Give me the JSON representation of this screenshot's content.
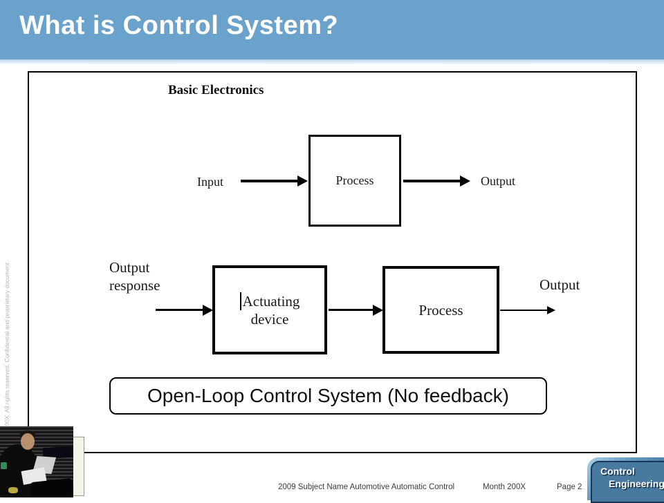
{
  "colors": {
    "header_bg": "#6BA2CC",
    "logo_fill": "#48799F",
    "logo_border": "#16365A",
    "diagram_line": "#000000"
  },
  "header": {
    "title": "What is Control System?"
  },
  "side_note": {
    "text": "© 200X. All rights reserved. Confidential and proprietary document"
  },
  "diagram_top": {
    "heading": "Basic Electronics",
    "input_label": "Input",
    "process_label": "Process",
    "output_label": "Output"
  },
  "diagram_bottom": {
    "source_label_lines": [
      "Output",
      "response"
    ],
    "actuating_label_lines": [
      "Actuating",
      "device"
    ],
    "process_label": "Process",
    "output_label": "Output"
  },
  "caption": "Open-Loop Control System (No feedback)",
  "footer": {
    "course": "2009 Subject Name  Automotive Automatic Control",
    "date": "Month 200X",
    "page": "Page 2"
  },
  "logo": {
    "line1": "Control",
    "line2": "Engineering"
  }
}
